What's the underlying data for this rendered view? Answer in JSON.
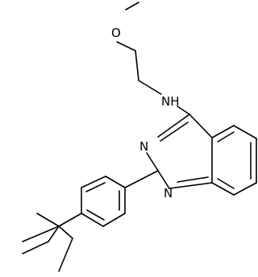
{
  "molecule": {
    "atom_labels": {
      "O": "O",
      "NH": "NH",
      "N_ring_upper": "N",
      "N_ring_lower": "N"
    },
    "bond_color": "#000000",
    "background": "#ffffff"
  }
}
